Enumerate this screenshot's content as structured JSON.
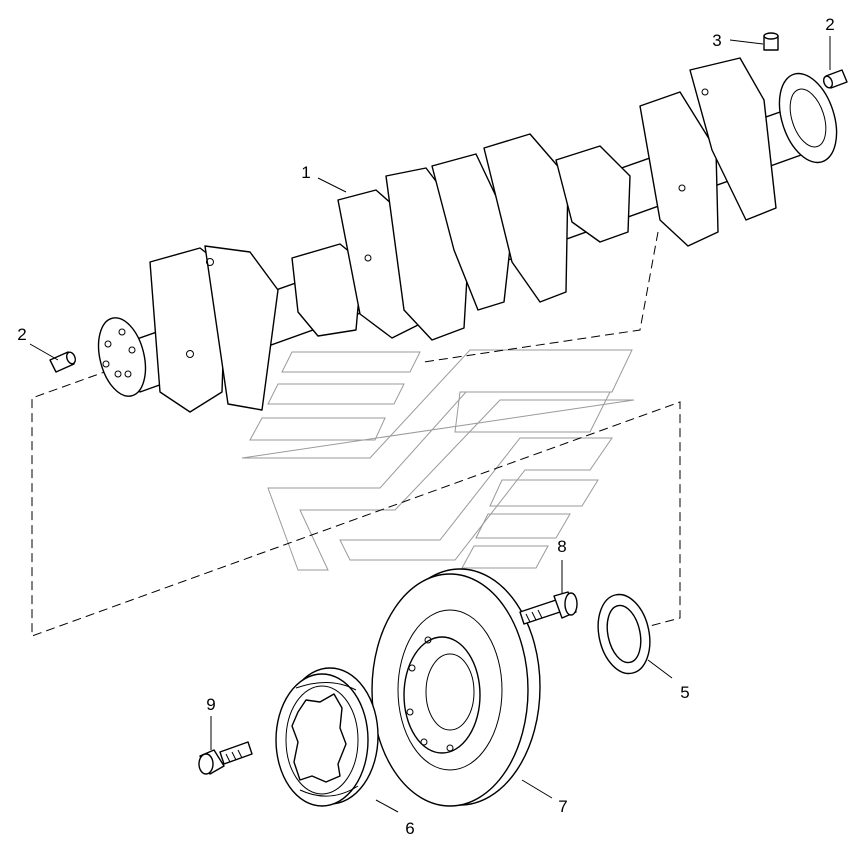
{
  "callouts": {
    "crankshaft": "1",
    "dowel_front": "2",
    "dowel_rear": "2",
    "pin_top": "3",
    "seal_ring": "5",
    "pulley": "6",
    "damper": "7",
    "bolt_damper": "8",
    "bolt_pulley": "9"
  }
}
